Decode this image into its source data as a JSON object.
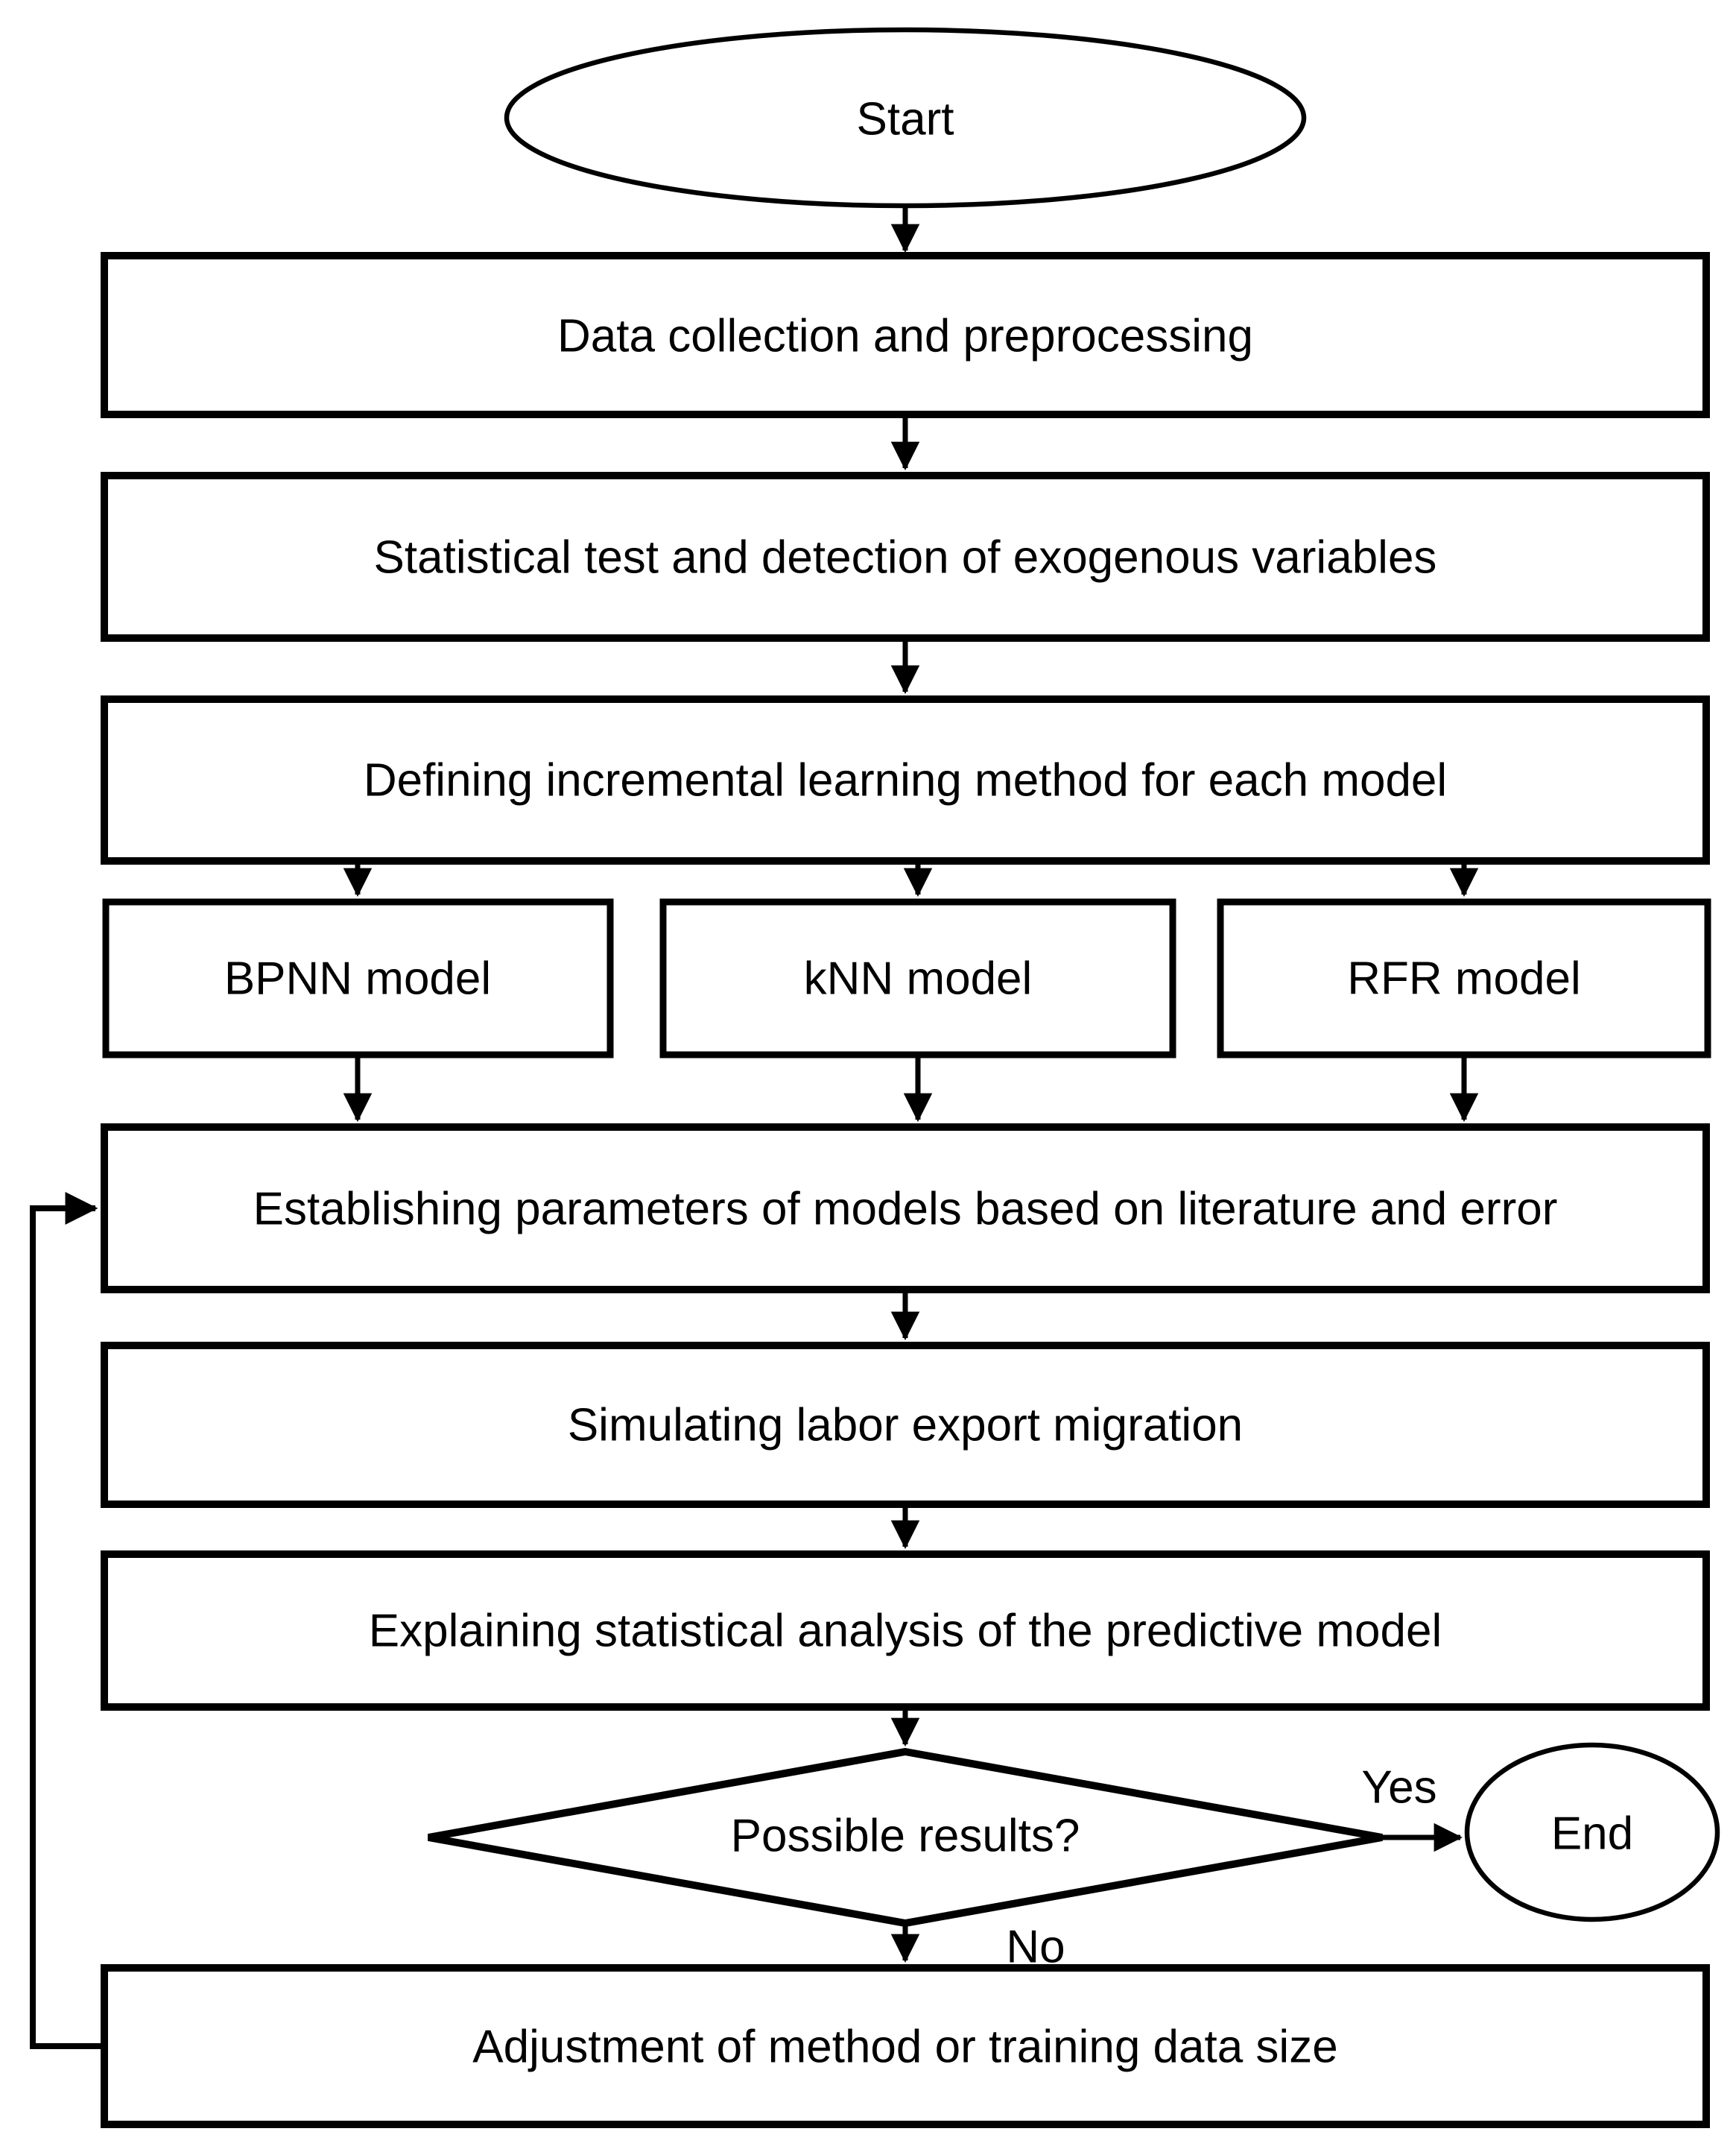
{
  "diagram": {
    "type": "flowchart",
    "colors": {
      "background": "#ffffff",
      "node_fill": "#ffffff",
      "stroke": "#000000",
      "text": "#000000"
    },
    "nodes": {
      "start": {
        "shape": "ellipse",
        "label": "Start"
      },
      "data_collection": {
        "shape": "process",
        "label": "Data collection and preprocessing"
      },
      "statistical_test": {
        "shape": "process",
        "label": "Statistical test and detection of exogenous variables"
      },
      "define_incremental": {
        "shape": "process",
        "label": "Defining incremental learning method for each model"
      },
      "bpnn": {
        "shape": "process",
        "label": "BPNN model"
      },
      "knn": {
        "shape": "process",
        "label": "kNN model"
      },
      "rfr": {
        "shape": "process",
        "label": "RFR model"
      },
      "establish_parameters": {
        "shape": "process",
        "label": "Establishing parameters of models based on literature and error"
      },
      "simulate_migration": {
        "shape": "process",
        "label": "Simulating labor export migration"
      },
      "explain_analysis": {
        "shape": "process",
        "label": "Explaining statistical analysis of the predictive model"
      },
      "possible_results": {
        "shape": "decision",
        "label": "Possible results?"
      },
      "end": {
        "shape": "ellipse",
        "label": "End"
      },
      "adjustment": {
        "shape": "process",
        "label": "Adjustment of method or training data size"
      }
    },
    "edges": [
      {
        "from": "start",
        "to": "data_collection",
        "label": ""
      },
      {
        "from": "data_collection",
        "to": "statistical_test",
        "label": ""
      },
      {
        "from": "statistical_test",
        "to": "define_incremental",
        "label": ""
      },
      {
        "from": "define_incremental",
        "to": "bpnn",
        "label": ""
      },
      {
        "from": "define_incremental",
        "to": "knn",
        "label": ""
      },
      {
        "from": "define_incremental",
        "to": "rfr",
        "label": ""
      },
      {
        "from": "bpnn",
        "to": "establish_parameters",
        "label": ""
      },
      {
        "from": "knn",
        "to": "establish_parameters",
        "label": ""
      },
      {
        "from": "rfr",
        "to": "establish_parameters",
        "label": ""
      },
      {
        "from": "establish_parameters",
        "to": "simulate_migration",
        "label": ""
      },
      {
        "from": "simulate_migration",
        "to": "explain_analysis",
        "label": ""
      },
      {
        "from": "explain_analysis",
        "to": "possible_results",
        "label": ""
      },
      {
        "from": "possible_results",
        "to": "end",
        "label": "Yes"
      },
      {
        "from": "possible_results",
        "to": "adjustment",
        "label": "No"
      },
      {
        "from": "adjustment",
        "to": "establish_parameters",
        "label": ""
      }
    ]
  }
}
